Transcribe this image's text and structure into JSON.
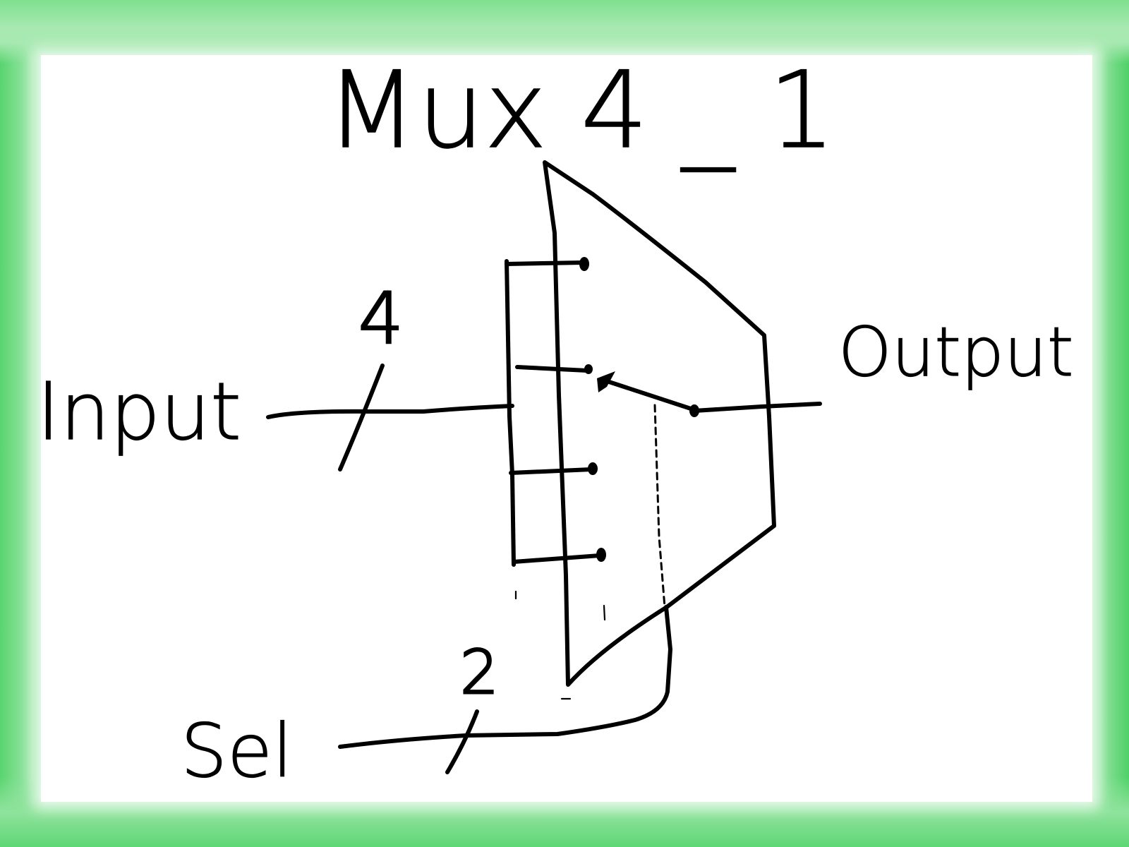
{
  "diagram": {
    "title": "Mux 4 _ 1",
    "input_label": "Input",
    "output_label": "Output",
    "select_label": "Sel",
    "input_bus_width": "4",
    "select_bus_width": "2"
  }
}
